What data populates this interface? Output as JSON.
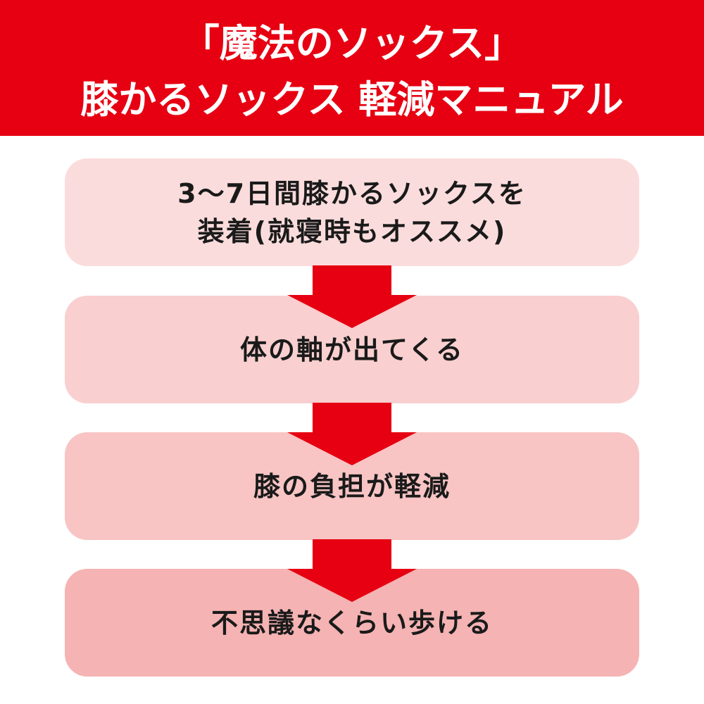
{
  "header": {
    "line1": "「魔法のソックス」",
    "line2": "膝かるソックス 軽減マニュアル"
  },
  "steps": [
    {
      "line1": "3〜7日間膝かるソックスを",
      "line2": "装着(就寝時もオススメ)"
    },
    {
      "line1": "体の軸が出てくる"
    },
    {
      "line1": "膝の負担が軽減"
    },
    {
      "line1": "不思議なくらい歩ける"
    }
  ],
  "colors": {
    "accent": "#e60012",
    "box1": "#fbdcdc",
    "box2": "#f9cfcf",
    "box3": "#f8c4c4",
    "box4": "#f5b3b3"
  }
}
